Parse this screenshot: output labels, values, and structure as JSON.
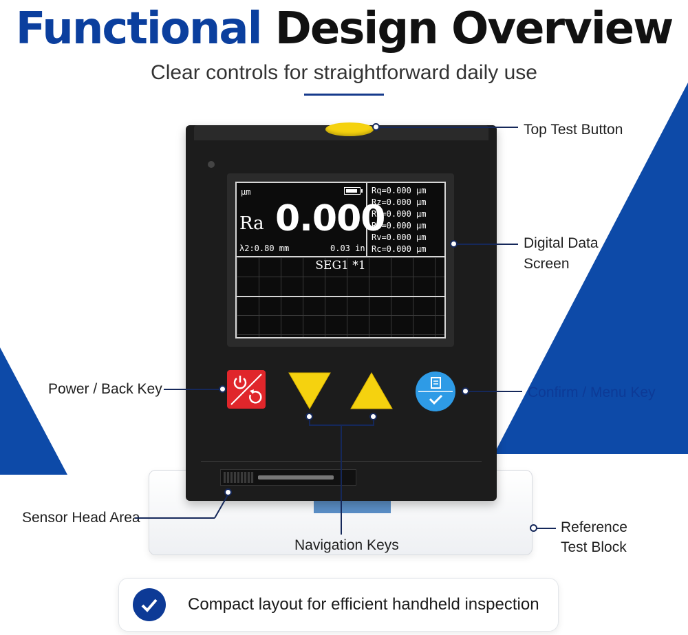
{
  "header": {
    "title_part1": "Functional",
    "title_part2": "Design Overview",
    "subtitle": "Clear controls for straightforward daily use"
  },
  "screen": {
    "unit": "μm",
    "param": "Ra",
    "value": "0.000",
    "lambda": "λ2:0.80 mm",
    "length": "0.03 in",
    "readings": [
      "Rq=0.000 μm",
      "Rz=0.000 μm",
      "Rt=0.000 μm",
      "Rp=0.000 μm",
      "Rv=0.000 μm",
      "Rc=0.000 μm"
    ],
    "segment": "SEG1 *1"
  },
  "callouts": {
    "top_test_button": "Top Test Button",
    "digital_data_line1": "Digital Data",
    "digital_data_line2": "Screen",
    "power_back": "Power / Back Key",
    "confirm_menu": "Confirm / Menu Key",
    "sensor_head": "Sensor Head Area",
    "navigation": "Navigation Keys",
    "reference_line1": "Reference",
    "reference_line2": "Test Block"
  },
  "footer": {
    "text": "Compact layout for efficient handheld inspection"
  },
  "colors": {
    "title_blue": "#0b3f9e",
    "accent_blue": "#0d4aa8",
    "key_red": "#e0262b",
    "key_yellow": "#f5d20f",
    "key_blue": "#2e9be6"
  }
}
